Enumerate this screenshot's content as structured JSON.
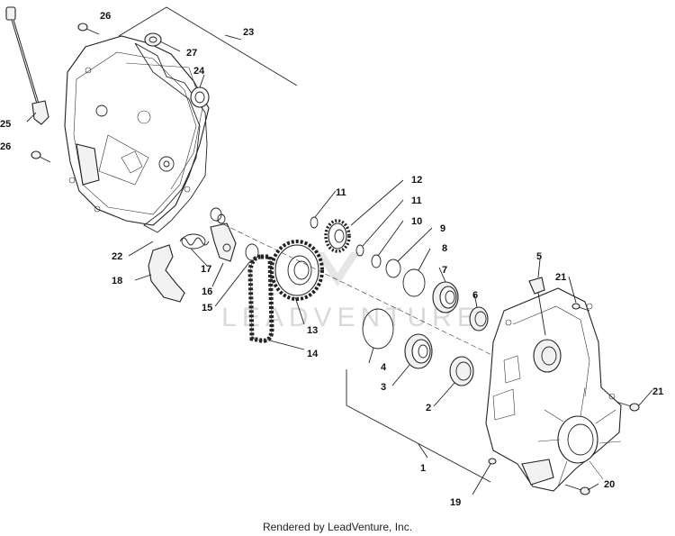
{
  "diagram": {
    "watermark": "LEADVENTURE",
    "footer": "Rendered by LeadVenture, Inc.",
    "callouts": {
      "c1": "1",
      "c2": "2",
      "c3": "3",
      "c4": "4",
      "c5": "5",
      "c6": "6",
      "c7": "7",
      "c8": "8",
      "c9": "9",
      "c10": "10",
      "c11a": "11",
      "c11b": "11",
      "c12": "12",
      "c13": "13",
      "c14": "14",
      "c15": "15",
      "c16": "16",
      "c17": "17",
      "c18": "18",
      "c19": "19",
      "c20": "20",
      "c21a": "21",
      "c21b": "21",
      "c22": "22",
      "c23": "23",
      "c24": "24",
      "c25": "25",
      "c26a": "26",
      "c26b": "26",
      "c27": "27"
    }
  }
}
